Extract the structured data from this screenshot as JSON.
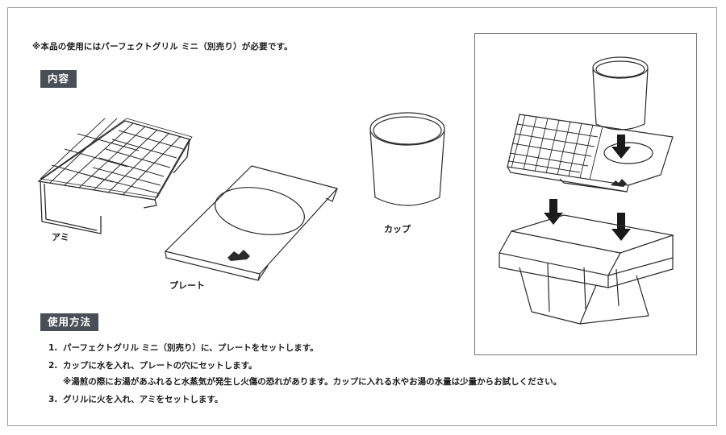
{
  "note": "※本品の使用にはパーフェクトグリル ミニ（別売り）が必要です。",
  "sections": {
    "contents_label": "内容",
    "usage_label": "使用方法"
  },
  "items": {
    "ami": "アミ",
    "plate": "プレート",
    "cup": "カップ"
  },
  "steps": [
    {
      "num": "1.",
      "text": "パーフェクトグリル ミニ（別売り）に、プレートをセットします。"
    },
    {
      "num": "2.",
      "text": "カップに水を入れ、プレートの穴にセットします。"
    },
    {
      "num": "",
      "text": "※湯煎の際にお湯があふれると水蒸気が発生し火傷の恐れがあります。カップに入れる水やお湯の水量は少量からお試しください。"
    },
    {
      "num": "3.",
      "text": "グリルに火を入れ、アミをセットします。"
    }
  ],
  "colors": {
    "label_bg": "#4a4f57",
    "line": "#2a2a2a"
  }
}
